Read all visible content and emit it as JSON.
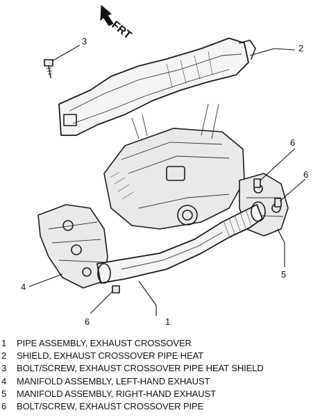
{
  "figure": {
    "direction_label": "FRT",
    "callouts": [
      "1",
      "2",
      "3",
      "4",
      "5",
      "6",
      "6",
      "6"
    ]
  },
  "legend": [
    {
      "number": "1",
      "text": "PIPE ASSEMBLY, EXHAUST CROSSOVER"
    },
    {
      "number": "2",
      "text": "SHIELD, EXHAUST CROSSOVER PIPE HEAT"
    },
    {
      "number": "3",
      "text": "BOLT/SCREW, EXHAUST CROSSOVER PIPE HEAT SHIELD"
    },
    {
      "number": "4",
      "text": "MANIFOLD ASSEMBLY, LEFT-HAND EXHAUST"
    },
    {
      "number": "5",
      "text": "MANIFOLD ASSEMBLY, RIGHT-HAND EXHAUST"
    },
    {
      "number": "6",
      "text": "BOLT/SCREW, EXHAUST CROSSOVER PIPE"
    }
  ]
}
